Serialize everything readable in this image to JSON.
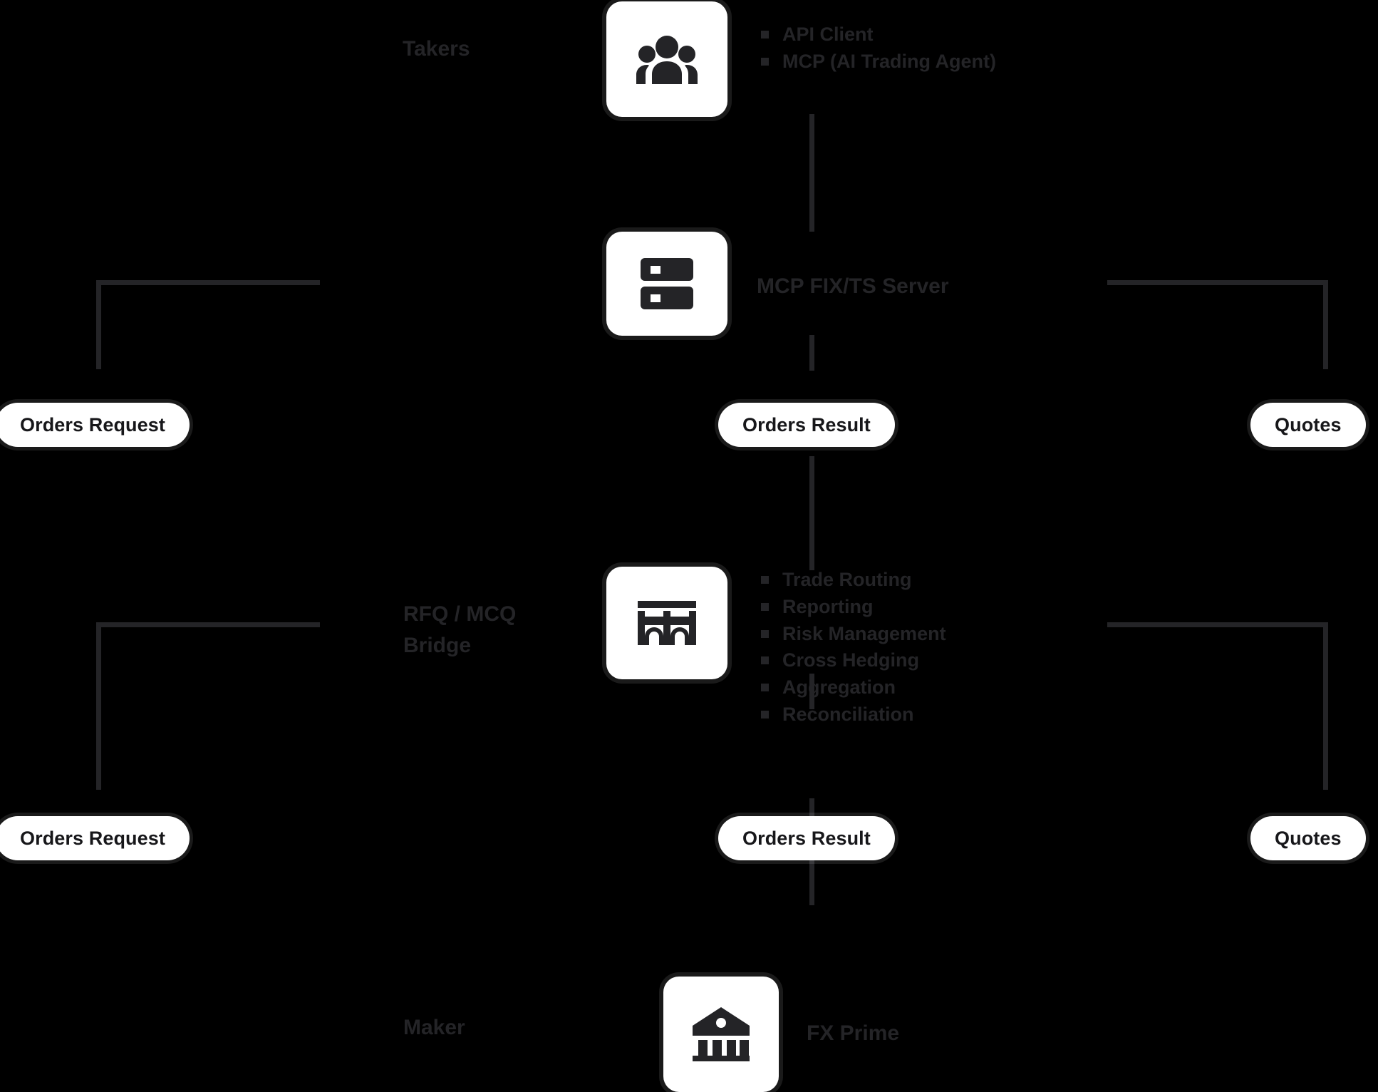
{
  "diagram": {
    "title": "MCP FIX Trading Bridge Architecture",
    "background_color": "#000000",
    "tile_color": "#ffffff",
    "line_color": "#242427",
    "muted_text_color": "#242427",
    "pill_text_color": "#17171a"
  },
  "nodes": {
    "taker": {
      "side_label": "Takers",
      "icon": "users-icon",
      "bullets": [
        "API Client",
        "MCP (AI Trading Agent)"
      ]
    },
    "server": {
      "label": "MCP FIX/TS Server",
      "icon": "server-icon"
    },
    "bridge": {
      "side_label": "RFQ / MCQ\nBridge",
      "icon": "bridge-icon",
      "bullets": [
        "Trade Routing",
        "Reporting",
        "Risk Management",
        "Cross Hedging",
        "Aggregation",
        "Reconciliation"
      ]
    },
    "maker": {
      "side_label": "Maker",
      "label": "FX Prime",
      "icon": "bank-icon"
    }
  },
  "pills": {
    "top_row": [
      {
        "label": "Orders Request"
      },
      {
        "label": "Orders Result"
      },
      {
        "label": "Quotes"
      }
    ],
    "bottom_row": [
      {
        "label": "Orders Request"
      },
      {
        "label": "Orders Result"
      },
      {
        "label": "Quotes"
      }
    ]
  }
}
